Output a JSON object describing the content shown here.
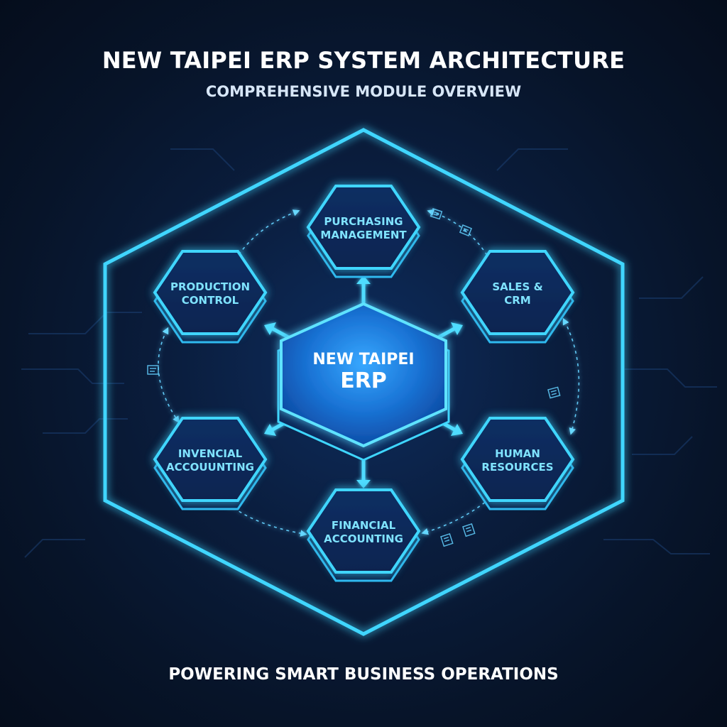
{
  "header": {
    "title": "NEW TAIPEI ERP SYSTEM ARCHITECTURE",
    "subtitle": "COMPREHENSIVE MODULE OVERVIEW"
  },
  "hub": {
    "line1": "NEW TAIPEI",
    "line2": "ERP"
  },
  "modules": [
    {
      "id": "purchasing",
      "line1": "PURCHASING",
      "line2": "MANAGEMENT"
    },
    {
      "id": "sales",
      "line1": "SALES &",
      "line2": "CRM"
    },
    {
      "id": "hr",
      "line1": "HUMAN",
      "line2": "RESOURCES"
    },
    {
      "id": "financial",
      "line1": "FINANCIAL",
      "line2": "ACCOUNTING"
    },
    {
      "id": "invencial",
      "line1": "INVENCIAL",
      "line2": "ACCOUUNTING"
    },
    {
      "id": "production",
      "line1": "PRODUCTION",
      "line2": "CONTROL"
    }
  ],
  "footer": {
    "tagline": "POWERING SMART BUSINESS OPERATIONS"
  },
  "colors": {
    "background": "#0a1d3d",
    "neon": "#3fd6ff",
    "module_text": "#7fe3ff",
    "hub_fill": "#1a7fe0"
  }
}
